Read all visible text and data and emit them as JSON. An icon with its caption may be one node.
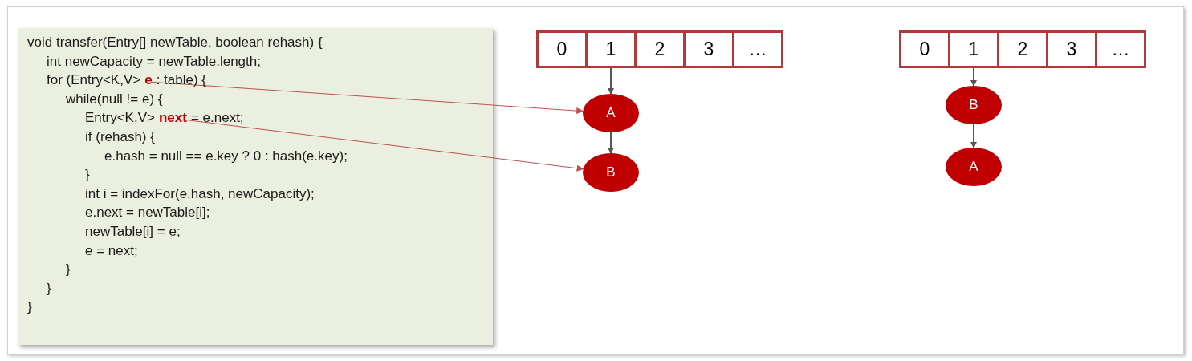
{
  "diagram": {
    "nodes": [
      {
        "text": [
          "void transfer(Entry[] newTable, boolean rehash) {",
          "int newCapacity = newTable.length;",
          "for (Entry<K,V>",
          ": table) {",
          "while(null != e) {",
          "Entry<K,V>",
          "= e.next;",
          "if (rehash) {",
          "e.hash = null == e.key ? 0 : hash(e.key);",
          "}",
          "int i = indexFor(e.hash, newCapacity);",
          "e.next = newTable[i];",
          "newTable[i] = e;",
          "e = next;",
          "}",
          "}",
          "}"
        ]
      },
      {
        "text": [
          "e"
        ],
        "in": 0
      },
      {
        "text": [
          "next"
        ],
        "in": 0
      },
      {
        "text": [
          "0"
        ]
      },
      {
        "text": [
          "1"
        ]
      },
      {
        "text": [
          "2"
        ]
      },
      {
        "text": [
          "3"
        ]
      },
      {
        "text": [
          "…"
        ]
      },
      {
        "text": [
          "A"
        ]
      },
      {
        "text": [
          "B"
        ]
      },
      {
        "text": [
          "0"
        ]
      },
      {
        "text": [
          "1"
        ]
      },
      {
        "text": [
          "2"
        ]
      },
      {
        "text": [
          "3"
        ]
      },
      {
        "text": [
          "…"
        ]
      },
      {
        "text": [
          "B"
        ]
      },
      {
        "text": [
          "A"
        ]
      }
    ],
    "edges": [
      {
        "from": 1,
        "to": 8,
        "arrow": "to",
        "color": "#c0504d"
      },
      {
        "from": 2,
        "to": 9,
        "arrow": "to",
        "color": "#c0504d"
      },
      {
        "from": 4,
        "to": 8,
        "arrow": "to"
      },
      {
        "from": 8,
        "to": 9,
        "arrow": "to"
      },
      {
        "from": 11,
        "to": 15,
        "arrow": "to"
      },
      {
        "from": 15,
        "to": 16,
        "arrow": "to"
      }
    ]
  }
}
